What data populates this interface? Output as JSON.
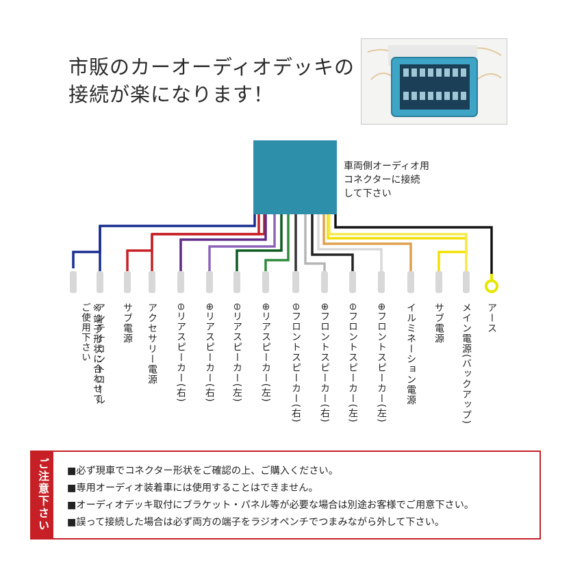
{
  "headline": {
    "line1": "市販のカーオーディオデッキの",
    "line2": "接続が楽になります！"
  },
  "connector_note": {
    "line1": "車両側オーディオ用",
    "line2": "コネクターに接続",
    "line3": "して下さい"
  },
  "wires": [
    {
      "label": "※端子形状に合わせてご使用下さい",
      "note": true
    },
    {
      "label": "アンテナコントロール",
      "color": "#1a2d8f"
    },
    {
      "label": "サブ電源",
      "color": "#c62026"
    },
    {
      "label": "アクセサリー電源",
      "color": "#c62026"
    },
    {
      "label": "⊖リアスピーカー(右)",
      "color": "#5b2a86"
    },
    {
      "label": "⊕リアスピーカー(右)",
      "color": "#8c63b8"
    },
    {
      "label": "⊖リアスピーカー(左)",
      "color": "#0d5a1f"
    },
    {
      "label": "⊕リアスピーカー(左)",
      "color": "#2e8b3b"
    },
    {
      "label": "⊖フロントスピーカー(右)",
      "color": "#333333"
    },
    {
      "label": "⊕フロントスピーカー(右)",
      "color": "#b5b5b5"
    },
    {
      "label": "⊖フロントスピーカー(左)",
      "color": "#222222"
    },
    {
      "label": "⊕フロントスピーカー(左)",
      "color": "#d9d9d9"
    },
    {
      "label": "イルミネーション電源",
      "color": "#e0a050"
    },
    {
      "label": "サブ電源",
      "color": "#f2e100"
    },
    {
      "label": "メイン電源(バックアップ)",
      "color": "#f6e94a"
    },
    {
      "label": "アース",
      "color": "#111111"
    }
  ],
  "caution": {
    "tab": "ご注意下さい",
    "items": [
      "■必ず現車でコネクター形状をご確認の上、ご購入ください。",
      "■専用オーディオ装着車には使用することはできません。",
      "■オーディオデッキ取付にブラケット・パネル等が必要な場合は別途お客様でご用意下さい。",
      "■誤って接続した場合は必ず両方の端子をラジオペンチでつまみながら外して下さい。"
    ]
  },
  "colors": {
    "connector": "#2e8fab",
    "caution_red": "#c62026",
    "terminal": "#d8d8d8",
    "earth_terminal": "#e6e600"
  }
}
